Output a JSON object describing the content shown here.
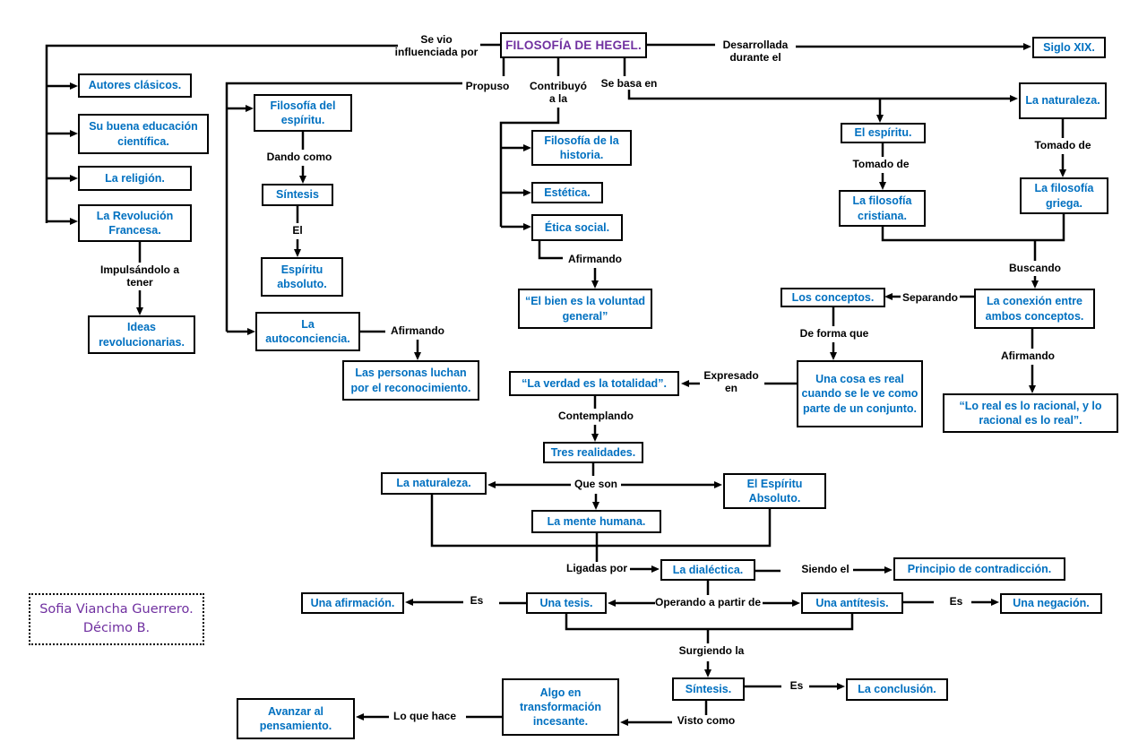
{
  "diagram": {
    "colors": {
      "node_text": "#0070C0",
      "title_text": "#7030A0",
      "connector": "#000000",
      "signature_text": "#7030A0"
    },
    "nodes": {
      "title": "FILOSOFÍA DE HEGEL.",
      "siglo": "Siglo XIX.",
      "autores": "Autores clásicos.",
      "educacion": "Su buena educación científica.",
      "religion": "La religión.",
      "revolucion": "La Revolución Francesa.",
      "ideas": "Ideas revolucionarias.",
      "fil_espiritu": "Filosofía del espíritu.",
      "sintesis1": "Síntesis",
      "esp_absoluto": "Espíritu absoluto.",
      "autoconciencia": "La autoconciencia.",
      "personas": "Las personas luchan por el reconocimiento.",
      "historia": "Filosofía de la historia.",
      "estetica": "Estética.",
      "etica": "Ética social.",
      "bien": "“El bien es la voluntad general”",
      "el_espiritu": "El espíritu.",
      "naturaleza1": "La naturaleza.",
      "cristiana": "La filosofía cristiana.",
      "griega": "La filosofía griega.",
      "conexion": "La conexión entre ambos conceptos.",
      "conceptos": "Los conceptos.",
      "cosa_real": "Una cosa es real cuando se le ve como parte de un conjunto.",
      "lo_real": "“Lo real es lo racional, y lo racional es lo real”.",
      "verdad": "“La verdad es la totalidad”.",
      "tres": "Tres realidades.",
      "naturaleza2": "La naturaleza.",
      "esp_absoluto2": "El Espíritu Absoluto.",
      "mente": "La mente humana.",
      "dialectica": "La dialéctica.",
      "principio": "Principio de contradicción.",
      "tesis": "Una tesis.",
      "afirmacion": "Una afirmación.",
      "antitesis": "Una antítesis.",
      "negacion": "Una negación.",
      "sintesis2": "Síntesis.",
      "conclusion": "La conclusión.",
      "algo": "Algo en transformación incesante.",
      "avanzar": "Avanzar al pensamiento."
    },
    "labels": {
      "se_vio": "Se vio influenciada por",
      "desarrollada": "Desarrollada durante el",
      "propuso": "Propuso",
      "contribuyo": "Contribuyó a la",
      "se_basa": "Se basa en",
      "impulsandolo": "Impulsándolo a tener",
      "dando_como": "Dando como",
      "el": "El",
      "afirmando_1": "Afirmando",
      "afirmando_2": "Afirmando",
      "tomado_de_1": "Tomado de",
      "tomado_de_2": "Tomado de",
      "buscando": "Buscando",
      "separando": "Separando",
      "de_forma_que": "De forma que",
      "afirmando_3": "Afirmando",
      "expresado_en": "Expresado en",
      "contemplando": "Contemplando",
      "que_son": "Que son",
      "ligadas_por": "Ligadas por",
      "siendo_el": "Siendo el",
      "operando": "Operando a partir de",
      "es_1": "Es",
      "es_2": "Es",
      "surgiendo_la": "Surgiendo la",
      "es_3": "Es",
      "visto_como": "Visto como",
      "lo_que_hace": "Lo que hace"
    },
    "signature": {
      "line1": "Sofia Viancha Guerrero.",
      "line2": "Décimo B."
    }
  }
}
